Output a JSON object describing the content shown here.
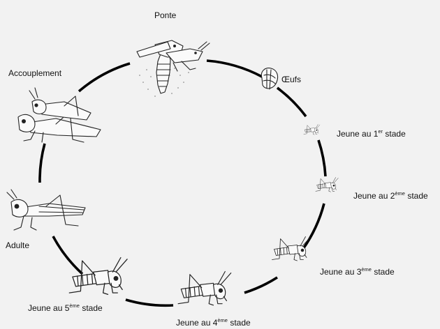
{
  "stages": [
    {
      "id": "ponte",
      "label": "Ponte"
    },
    {
      "id": "oeufs",
      "label": "Œufs"
    },
    {
      "id": "jeune1",
      "label": "Jeune au 1",
      "sup": "er",
      "suffix": " stade"
    },
    {
      "id": "jeune2",
      "label": "Jeune au 2",
      "sup": "ème",
      "suffix": " stade"
    },
    {
      "id": "jeune3",
      "label": "Jeune au 3",
      "sup": "ème",
      "suffix": " stade"
    },
    {
      "id": "jeune4",
      "label": "Jeune au 4",
      "sup": "ème",
      "suffix": " stade"
    },
    {
      "id": "jeune5",
      "label": "Jeune au 5",
      "sup": "ème",
      "suffix": " stade"
    },
    {
      "id": "adulte",
      "label": "Adulte"
    },
    {
      "id": "accouplement",
      "label": "Accouplement"
    }
  ],
  "colors": {
    "background": "#f2f2f2",
    "arc": "#000000",
    "text": "#111111"
  }
}
